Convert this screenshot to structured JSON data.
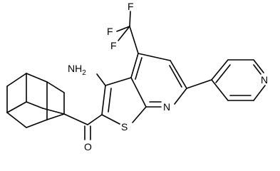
{
  "diagram": {
    "type": "chemical-structure",
    "atom_labels": {
      "f_top": "F",
      "f_left": "F",
      "f_lower": "F",
      "amino": "NH",
      "amino_sub": "2",
      "ring_n": "N",
      "pyridine_n": "N",
      "sulfur": "S",
      "oxygen": "O"
    },
    "colors": {
      "bond": "#000000",
      "background": "#ffffff"
    }
  }
}
